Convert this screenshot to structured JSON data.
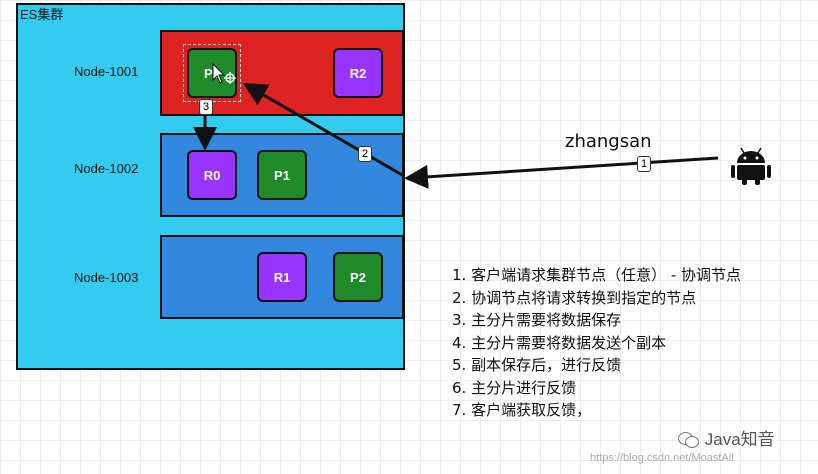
{
  "cluster": {
    "title": "ES集群",
    "nodes": [
      {
        "label": "Node-1001",
        "color": "#dd2222",
        "shards": [
          "P0",
          "R2"
        ]
      },
      {
        "label": "Node-1002",
        "color": "#3388dd",
        "shards": [
          "R0",
          "P1"
        ]
      },
      {
        "label": "Node-1003",
        "color": "#3388dd",
        "shards": [
          "R1",
          "P2"
        ]
      }
    ]
  },
  "client": {
    "name": "zhangsan",
    "icon": "android-icon"
  },
  "arrows": {
    "step1": "1",
    "step2": "2",
    "step3": "3"
  },
  "steps": [
    "1. 客户端请求集群节点（任意） - 协调节点",
    "2. 协调节点将请求转换到指定的节点",
    "3. 主分片需要将数据保存",
    "4. 主分片需要将数据发送个副本",
    "5. 副本保存后，进行反馈",
    "6. 主分片进行反馈",
    "7. 客户端获取反馈，"
  ],
  "watermark": "Java知音",
  "url": "https://blog.csdn.net/MoastAll",
  "colors": {
    "primary": "#1f8a2a",
    "replica": "#9933ff",
    "cluster": "#33ccee"
  }
}
